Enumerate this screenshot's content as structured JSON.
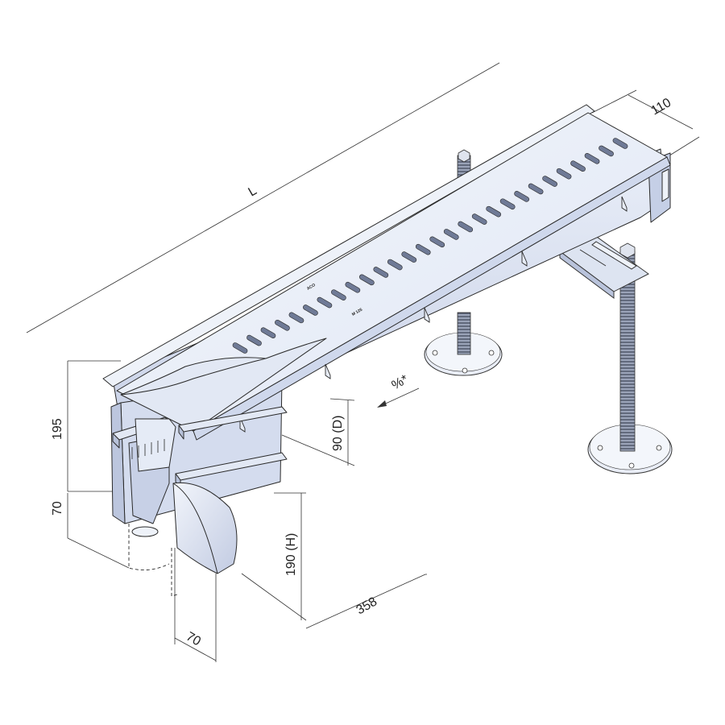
{
  "dimensions": {
    "length": "L",
    "width": "110",
    "height_total": "195",
    "height_base": "70",
    "depth": "90 (D)",
    "outlet_height": "190 (H)",
    "outlet_offset": "358",
    "outlet_diameter": "70",
    "slope": "%*"
  },
  "grate_markings": {
    "brand": "ACO",
    "load_class": "M 125"
  },
  "colors": {
    "steel_light": "#e8edf7",
    "steel_mid": "#c9d2e8",
    "steel_dark": "#9aa6c4",
    "line": "#2a2a2a"
  }
}
